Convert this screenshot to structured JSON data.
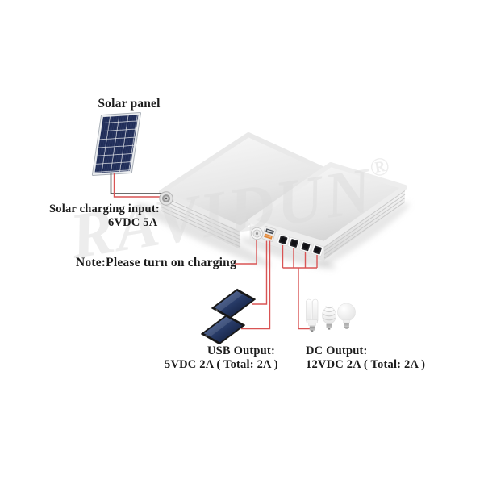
{
  "watermark": {
    "text": "RAVIDUN",
    "registered": "®"
  },
  "labels": {
    "solar_panel": "Solar panel",
    "solar_input_line1": "Solar charging input:",
    "solar_input_line2": "6VDC 5A",
    "note": "Note:Please turn on charging",
    "usb_output_title": "USB Output:",
    "usb_output_value": "5VDC 2A ( Total: 2A )",
    "dc_output_title": "DC Output:",
    "dc_output_value": "12VDC 2A ( Total: 2A )"
  },
  "colors": {
    "connector_red": "#d95454",
    "wire_black": "#3b3b3b",
    "panel_cell_blue": "#1e2b56",
    "usb_port_orange": "#e0873a"
  }
}
